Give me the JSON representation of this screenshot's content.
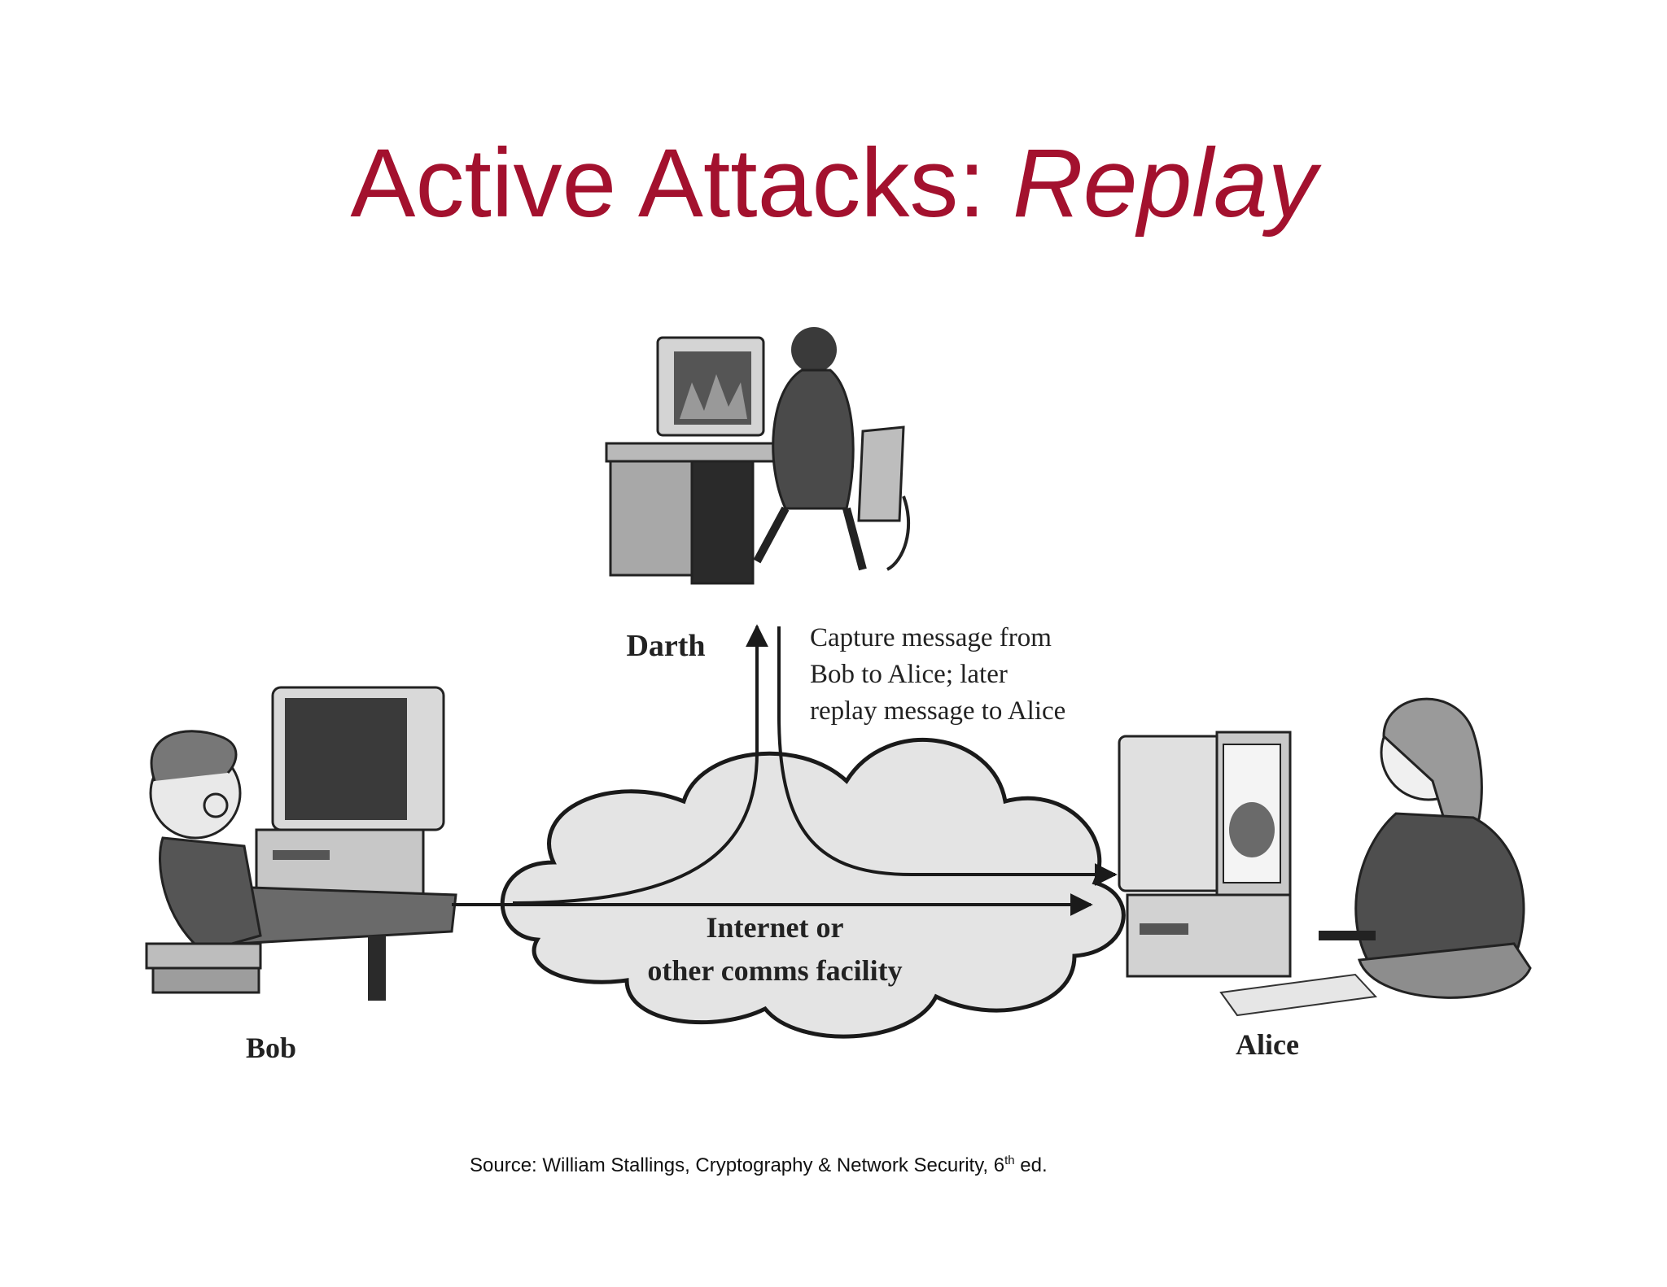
{
  "title": {
    "main": "Active Attacks: ",
    "emphasis": "Replay"
  },
  "actors": {
    "darth": "Darth",
    "bob": "Bob",
    "alice": "Alice"
  },
  "annotation": {
    "line1": "Capture message from",
    "line2": "Bob to Alice; later",
    "line3": "replay message to Alice"
  },
  "network": {
    "line1": "Internet or",
    "line2": "other comms facility"
  },
  "source": {
    "prefix": "Source: William Stallings, Cryptography & Network Security, 6",
    "sup": "th",
    "suffix": " ed."
  },
  "colors": {
    "title": "#a3112e",
    "cloud": "#e4e4e4",
    "ink": "#1a1a1a"
  }
}
